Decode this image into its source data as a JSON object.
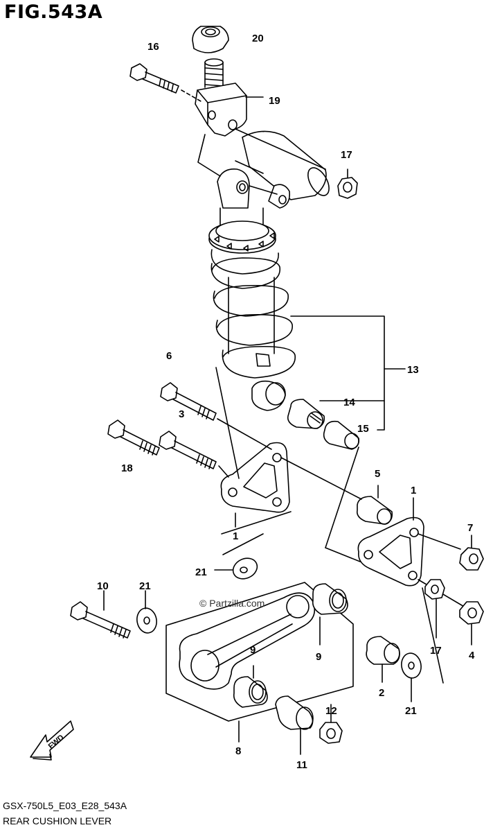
{
  "figure": {
    "title": "FIG.543A",
    "code": "GSX-750L5_E03_E28_543A",
    "name": "REAR CUSHION LEVER"
  },
  "watermark": "© Partzilla.com",
  "fwd_label": "FWD",
  "callouts": [
    "1",
    "1",
    "2",
    "3",
    "4",
    "5",
    "6",
    "7",
    "8",
    "9",
    "9",
    "10",
    "11",
    "12",
    "13",
    "14",
    "15",
    "16",
    "17",
    "17",
    "18",
    "19",
    "20",
    "21",
    "21",
    "21"
  ]
}
